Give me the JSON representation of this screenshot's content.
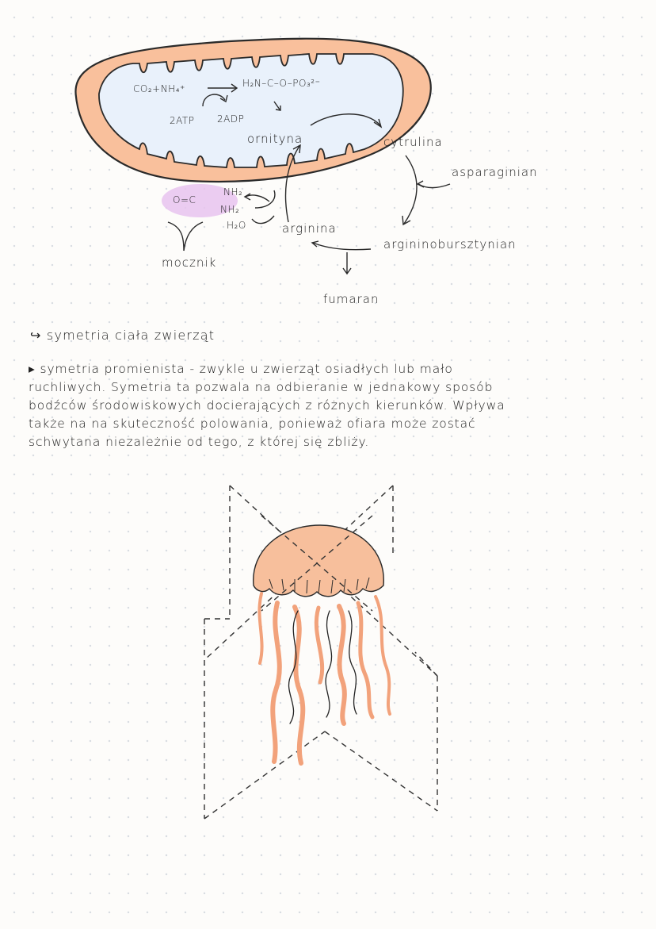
{
  "colors": {
    "membrane_fill": "#f9c09c",
    "matrix_fill": "#e9f1fb",
    "outline": "#2a2a2a",
    "urea_highlight": "#e7c3ee",
    "jelly_fill": "#f7bf9c",
    "tentacle": "#f2a27b"
  },
  "diagram": {
    "reaction_left": "CO₂+NH₄⁺",
    "reaction_right": "H₂N–C–O–PO₃²⁻",
    "atp": "2ATP",
    "adp": "2ADP",
    "ornityna": "ornityna",
    "cytrulina": "cytrulina",
    "asparaginian": "asparaginian",
    "argininobursztynian": "argininobursztynian",
    "fumaran": "fumaran",
    "arginina": "arginina",
    "h2o": "H₂O",
    "urea_formula": "O=C",
    "nh2_top": "NH₂",
    "nh2_bottom": "NH₂",
    "mocznik": "mocznik"
  },
  "section": {
    "heading": "symetria ciała zwierząt",
    "paragraph_lines": [
      "▸ symetria promienista - zwykle u zwierząt osiadłych lub mało",
      "ruchliwych. Symetria ta pozwala na odbieranie w jednakowy sposób",
      "bodźców środowiskowych docierających z różnych kierunków. Wpływa",
      "także na na skuteczność polowania, ponieważ ofiara może zostać",
      "schwytana niezależnie od tego, z której się zbliży."
    ]
  }
}
